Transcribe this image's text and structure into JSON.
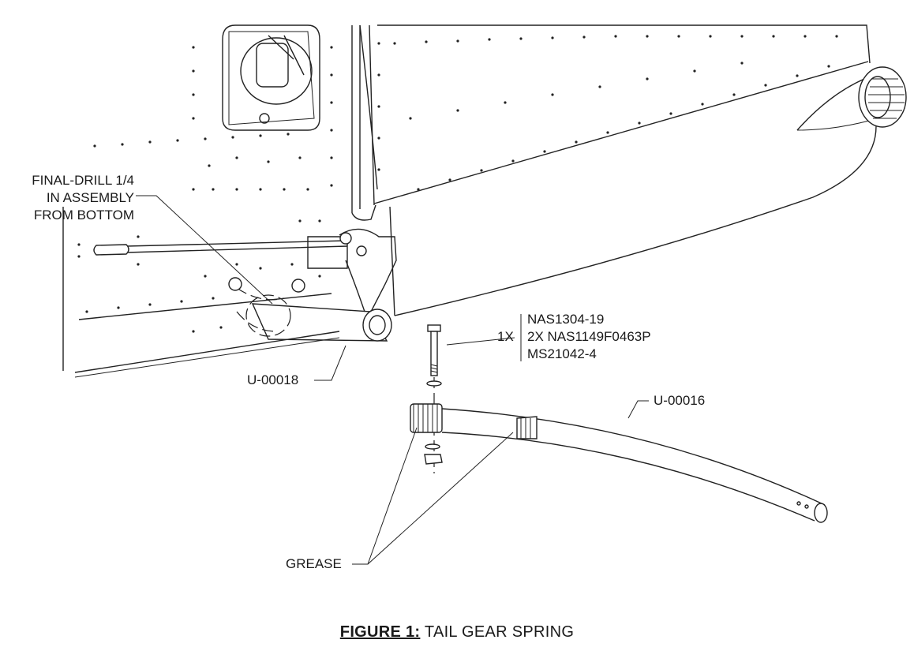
{
  "labels": {
    "final_drill": [
      "FINAL-DRILL 1/4",
      "IN ASSEMBLY",
      "FROM BOTTOM"
    ],
    "hardware_qty": "1X",
    "hardware_parts": [
      "NAS1304-19",
      "2X NAS1149F0463P",
      "MS21042-4"
    ],
    "u00018": "U-00018",
    "u00016": "U-00016",
    "grease": "GREASE"
  },
  "caption": {
    "figure": "FIGURE 1:",
    "title": "TAIL GEAR SPRING"
  }
}
